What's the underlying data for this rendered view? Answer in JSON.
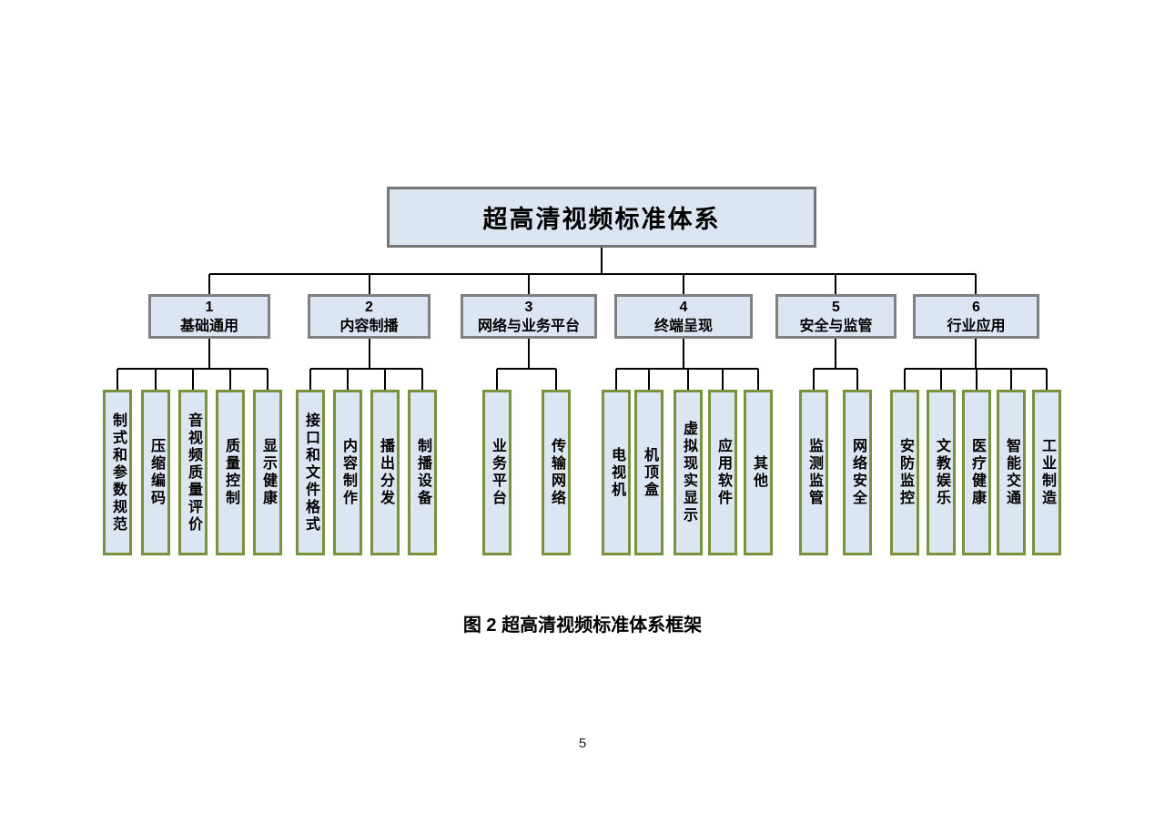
{
  "page": {
    "caption": "图 2  超高清视频标准体系框架",
    "page_number": "5"
  },
  "colors": {
    "box_fill": "#dce6f2",
    "branch_border": "#808080",
    "leaf_border": "#77933c",
    "connector_line": "#000000"
  },
  "tree": {
    "root": "超高清视频标准体系",
    "branches": [
      {
        "num": "1",
        "label": "基础通用",
        "leaves": [
          "制式和参数规范",
          "压缩编码",
          "音视频质量评价",
          "质量控制",
          "显示健康"
        ]
      },
      {
        "num": "2",
        "label": "内容制播",
        "leaves": [
          "接口和文件格式",
          "内容制作",
          "播出分发",
          "制播设备"
        ]
      },
      {
        "num": "3",
        "label": "网络与业务平台",
        "leaves": [
          "业务平台",
          "传输网络"
        ]
      },
      {
        "num": "4",
        "label": "终端呈现",
        "leaves": [
          "电视机",
          "机顶盒",
          "虚拟现实显示",
          "应用软件",
          "其他"
        ]
      },
      {
        "num": "5",
        "label": "安全与监管",
        "leaves": [
          "监测监管",
          "网络安全"
        ]
      },
      {
        "num": "6",
        "label": "行业应用",
        "leaves": [
          "安防监控",
          "文教娱乐",
          "医疗健康",
          "智能交通",
          "工业制造"
        ]
      }
    ]
  }
}
